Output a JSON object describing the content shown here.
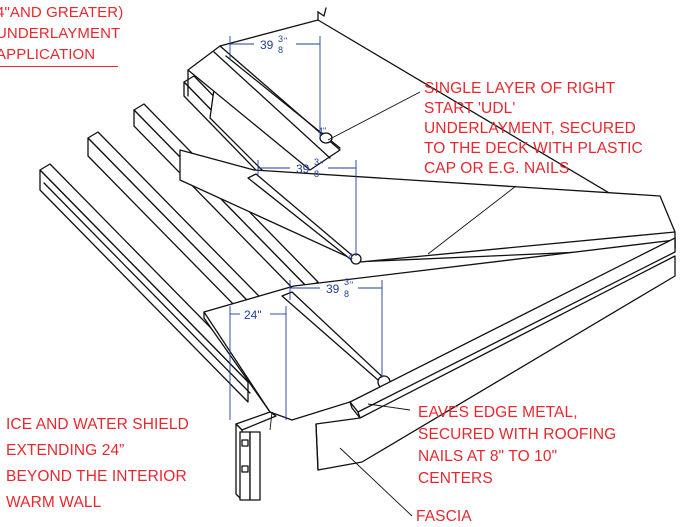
{
  "title_block": {
    "lines": [
      "4\"AND GREATER)",
      "UNDERLAYMENT",
      "APPLICATION"
    ]
  },
  "notes": {
    "underlayment": [
      "SINGLE LAYER OF RIGHT",
      "START 'UDL'",
      "UNDERLAYMENT, SECURED",
      "TO THE DECK WITH PLASTIC",
      "CAP OR E.G. NAILS"
    ],
    "ice_shield": [
      "ICE AND WATER SHIELD",
      "EXTENDING 24”",
      "BEYOND THE INTERIOR",
      "WARM WALL"
    ],
    "eaves": [
      "EAVES EDGE METAL,",
      "SECURED WITH ROOFING",
      "NAILS AT 8\" TO 10\"",
      "CENTERS"
    ],
    "fascia": [
      "FASCIA"
    ]
  },
  "dimensions": {
    "top": {
      "whole": "39",
      "num": "3",
      "den": "8",
      "unit": "\""
    },
    "middle": {
      "whole": "39",
      "num": "3",
      "den": "8",
      "unit": "\""
    },
    "lower": {
      "whole": "39",
      "num": "3",
      "den": "8",
      "unit": "\""
    },
    "ice": {
      "text": "24\""
    },
    "lap_small": {
      "text": "4\""
    }
  },
  "colors": {
    "annotation": "#e8282e",
    "dimension": "#1f3f9a",
    "linework": "#111111"
  }
}
